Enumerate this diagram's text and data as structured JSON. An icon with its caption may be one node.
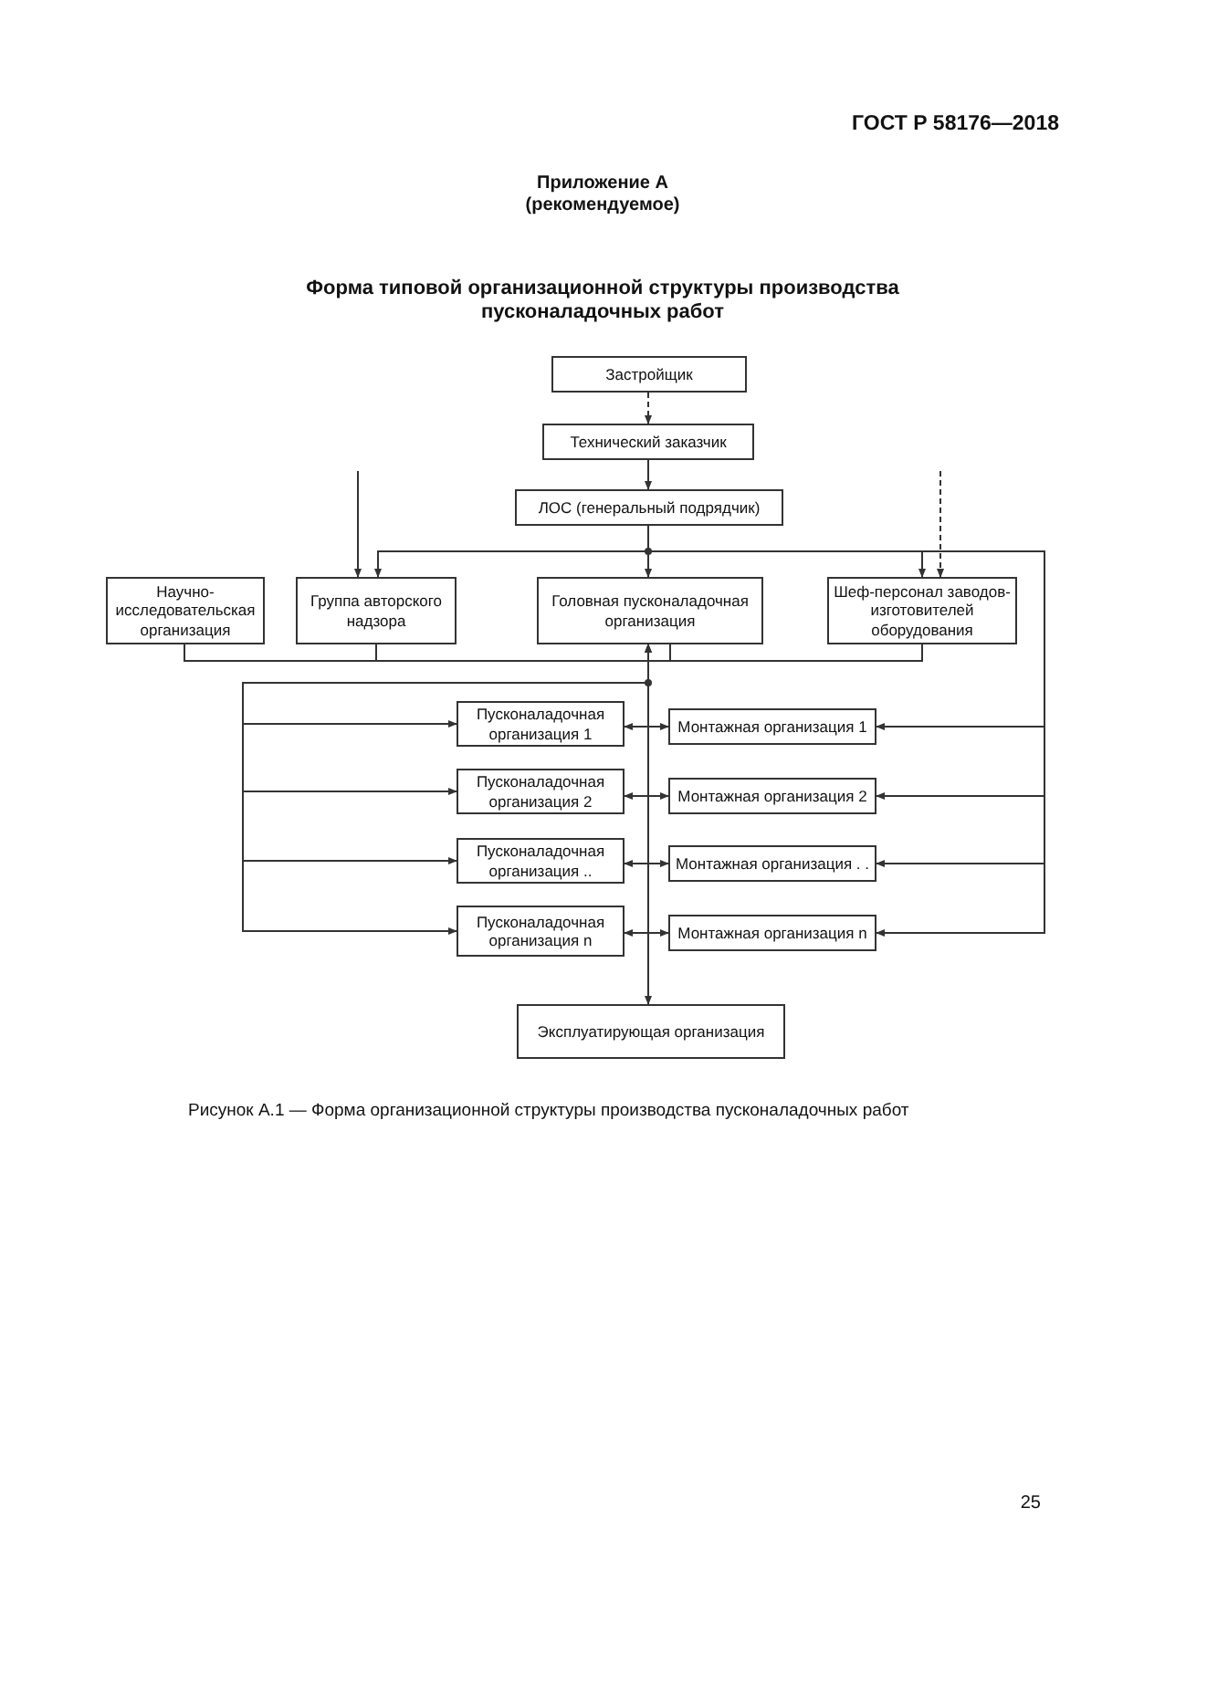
{
  "diagram": {
    "title": "Форма типовой организационной структуры производства пусконаладочных работ",
    "caption": "Рисунок А.1 — Форма организационной структуры производства пусконаладочных работ",
    "nodes": [
      {
        "text": [
          "Застройщик"
        ]
      },
      {
        "text": [
          "Технический заказчик"
        ]
      },
      {
        "text": [
          "ЛОС (генеральный подрядчик)"
        ]
      },
      {
        "text": [
          "Научно-исследовательская организация"
        ]
      },
      {
        "text": [
          "Группа авторского надзора"
        ]
      },
      {
        "text": [
          "Головная пусконаладочная организация"
        ]
      },
      {
        "text": [
          "Шеф-персонал заводов-изготовителей оборудования"
        ]
      },
      {
        "text": [
          "Пусконаладочная организация 1"
        ]
      },
      {
        "text": [
          "Пусконаладочная организация 2"
        ]
      },
      {
        "text": [
          "Пусконаладочная организация .."
        ]
      },
      {
        "text": [
          "Пусконаладочная организация n"
        ]
      },
      {
        "text": [
          "Монтажная организация 1"
        ]
      },
      {
        "text": [
          "Монтажная организация 2"
        ]
      },
      {
        "text": [
          "Монтажная организация . ."
        ]
      },
      {
        "text": [
          "Монтажная организация n"
        ]
      },
      {
        "text": [
          "Эксплуатирующая организация"
        ]
      }
    ],
    "edges": [
      {
        "from": 0,
        "to": 1,
        "arrow": "to",
        "style": "dashed"
      },
      {
        "from": 1,
        "to": 2,
        "arrow": "to"
      },
      {
        "from": null,
        "to": 4,
        "arrow": "to"
      },
      {
        "from": null,
        "to": 6,
        "arrow": "to",
        "style": "dashed"
      },
      {
        "from": 2,
        "to": 4,
        "arrow": "to"
      },
      {
        "from": 2,
        "to": 5,
        "arrow": "to"
      },
      {
        "from": 2,
        "to": 6,
        "arrow": "to"
      },
      {
        "from": 2,
        "to": 11,
        "arrow": "to"
      },
      {
        "from": 2,
        "to": 12,
        "arrow": "to"
      },
      {
        "from": 2,
        "to": 13,
        "arrow": "to"
      },
      {
        "from": 2,
        "to": 14,
        "arrow": "to"
      },
      {
        "from": 3,
        "to": 5,
        "arrow": "to"
      },
      {
        "from": 4,
        "to": 5,
        "arrow": "to"
      },
      {
        "from": 6,
        "to": 5,
        "arrow": "to"
      },
      {
        "from": 5,
        "to": 15,
        "arrow": "to"
      },
      {
        "from": 5,
        "to": 7,
        "arrow": "to"
      },
      {
        "from": 5,
        "to": 8,
        "arrow": "to"
      },
      {
        "from": 5,
        "to": 9,
        "arrow": "to"
      },
      {
        "from": 5,
        "to": 10,
        "arrow": "to"
      },
      {
        "from": 7,
        "to": 11,
        "arrow": "both"
      },
      {
        "from": 8,
        "to": 12,
        "arrow": "both"
      },
      {
        "from": 9,
        "to": 13,
        "arrow": "both"
      },
      {
        "from": 10,
        "to": 14,
        "arrow": "both"
      }
    ],
    "labels": [
      "ГОСТ Р 58176—2018",
      "Приложение А",
      "(рекомендуемое)",
      "25"
    ]
  }
}
